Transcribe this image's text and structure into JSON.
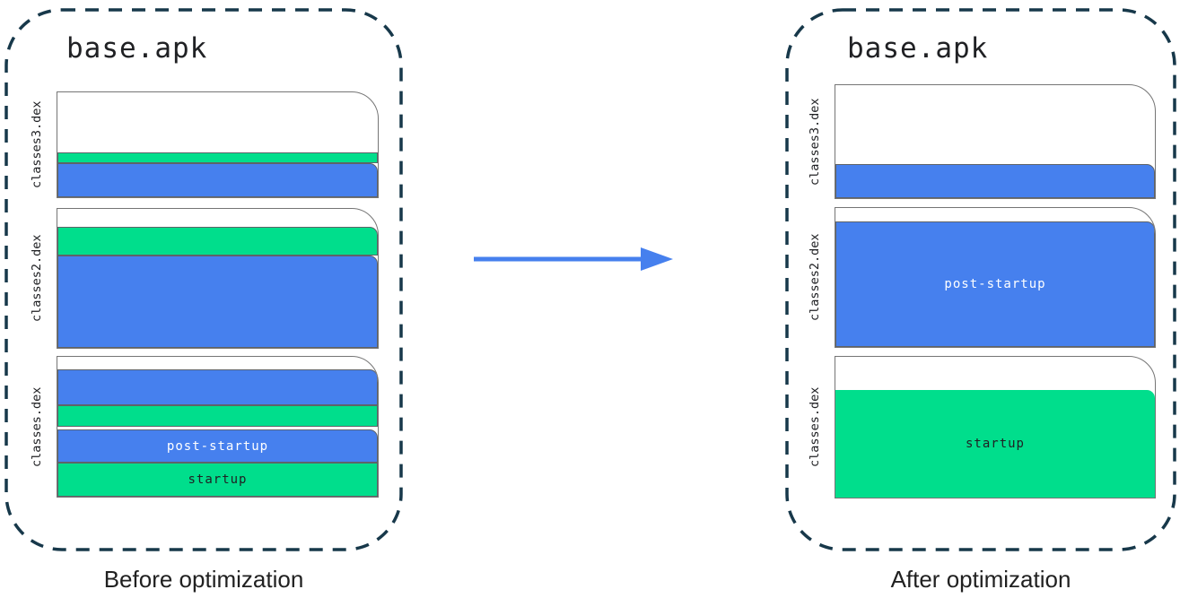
{
  "colors": {
    "post_startup": "#4680EE",
    "startup": "#00DE8C",
    "container_border": "#17384A",
    "page_border": "#757575",
    "segment_border": "#5F6368",
    "arrow": "#4680EE",
    "text_on_blue": "#FFFFFF",
    "text_on_green": "#202124",
    "title_text": "#202124",
    "caption_text": "#212121"
  },
  "panels": [
    {
      "id": "before",
      "title": "base.apk",
      "caption": "Before optimization",
      "files": [
        {
          "label": "classes3.dex",
          "height": 119,
          "gap": 11,
          "segments": [
            {
              "kind": "free",
              "h": 68
            },
            {
              "kind": "startup",
              "h": 12
            },
            {
              "kind": "post_startup",
              "h": 39,
              "rounded": true
            }
          ]
        },
        {
          "label": "classes2.dex",
          "height": 157,
          "gap": 8,
          "segments": [
            {
              "kind": "free",
              "h": 20
            },
            {
              "kind": "startup",
              "h": 33,
              "rounded": true
            },
            {
              "kind": "post_startup",
              "h": 104,
              "rounded": true
            }
          ]
        },
        {
          "label": "classes.dex",
          "height": 158,
          "gap": 0,
          "segments": [
            {
              "kind": "free",
              "h": 14
            },
            {
              "kind": "post_startup",
              "h": 41,
              "rounded": true
            },
            {
              "kind": "startup",
              "h": 24
            },
            {
              "kind": "free",
              "h": 3
            },
            {
              "kind": "post_startup",
              "h": 38,
              "rounded": true,
              "text": "post-startup"
            },
            {
              "kind": "startup",
              "h": 38,
              "text": "startup"
            }
          ]
        }
      ]
    },
    {
      "id": "after",
      "title": "base.apk",
      "caption": "After optimization",
      "files": [
        {
          "label": "classes3.dex",
          "height": 128,
          "gap": 9,
          "segments": [
            {
              "kind": "free",
              "h": 89
            },
            {
              "kind": "post_startup",
              "h": 39,
              "rounded": true
            }
          ]
        },
        {
          "label": "classes2.dex",
          "height": 157,
          "gap": 9,
          "segments": [
            {
              "kind": "free",
              "h": 15
            },
            {
              "kind": "post_startup",
              "h": 142,
              "rounded": true,
              "text": "post-startup"
            }
          ]
        },
        {
          "label": "classes.dex",
          "height": 159,
          "gap": 0,
          "segments": [
            {
              "kind": "free",
              "h": 37
            },
            {
              "kind": "startup",
              "h": 122,
              "rounded": true,
              "noborder": true,
              "text": "startup"
            }
          ]
        }
      ]
    }
  ],
  "arrow": {
    "direction": "right"
  }
}
